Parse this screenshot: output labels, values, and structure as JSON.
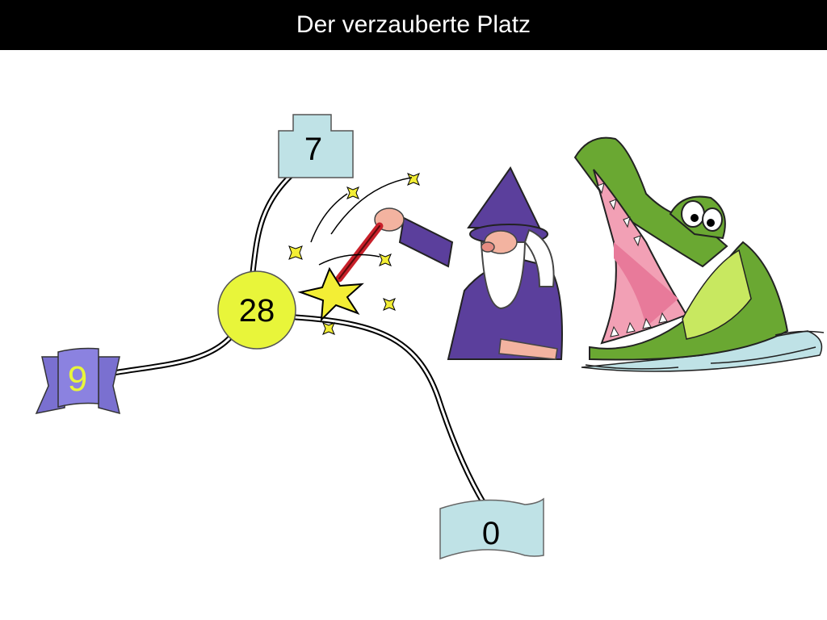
{
  "title": "Der verzauberte Platz",
  "nodes": {
    "center": {
      "value": "28",
      "color": "#e8f53a"
    },
    "top": {
      "value": "7",
      "color": "#bfe2e6"
    },
    "left": {
      "value": "9",
      "color": "#8b82e0",
      "text_color": "#e8f53a"
    },
    "bottom": {
      "value": "0",
      "color": "#bfe2e6"
    }
  },
  "icons": {
    "wizard": "wizard-icon",
    "star": "magic-star-icon",
    "crocodile": "crocodile-icon"
  }
}
